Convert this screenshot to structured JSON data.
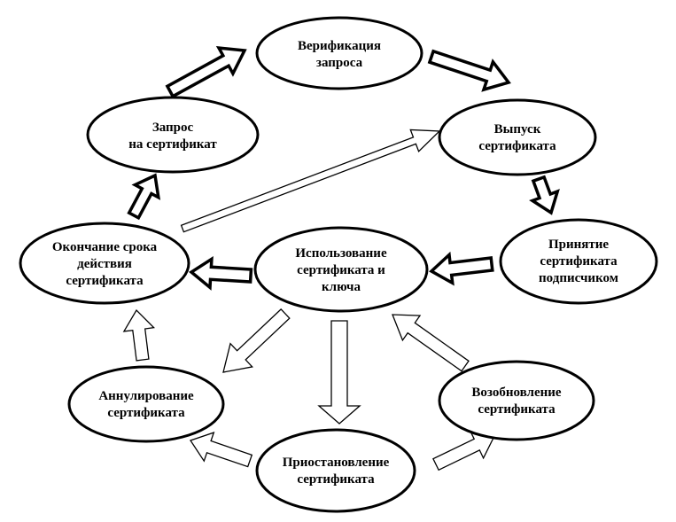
{
  "nodes": {
    "verification": [
      "Верификация",
      "запроса"
    ],
    "request": [
      "Запрос",
      "на сертификат"
    ],
    "issue": [
      "Выпуск",
      "сертификата"
    ],
    "expiry": [
      "Окончание срока",
      "действия",
      "сертификата"
    ],
    "usage": [
      "Использование",
      "сертификата и",
      "ключа"
    ],
    "acceptance": [
      "Принятие",
      "сертификата",
      "подписчиком"
    ],
    "revocation": [
      "Аннулирование",
      "сертификата"
    ],
    "renewal": [
      "Возобновление",
      "сертификата"
    ],
    "suspension": [
      "Приостановление",
      "сертификата"
    ]
  }
}
